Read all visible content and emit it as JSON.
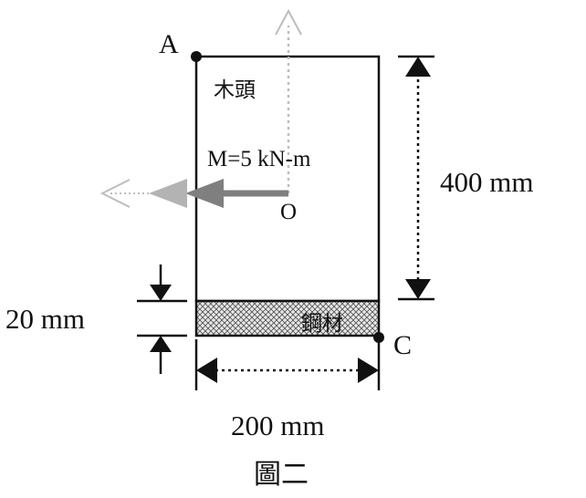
{
  "figure": {
    "caption": "圖二"
  },
  "points": {
    "a": "A",
    "c": "C",
    "o": "O"
  },
  "materials": {
    "wood": "木頭",
    "steel": "鋼材"
  },
  "moment": {
    "label": "M=5 kN-m"
  },
  "dimensions": {
    "height": "400 mm",
    "steel_thickness": "20 mm",
    "width": "200 mm"
  },
  "colors": {
    "ink": "#111111",
    "arrow_solid": "#7f7f7f",
    "arrow_faint": "#bdbdbd",
    "hatch": "#555555"
  }
}
